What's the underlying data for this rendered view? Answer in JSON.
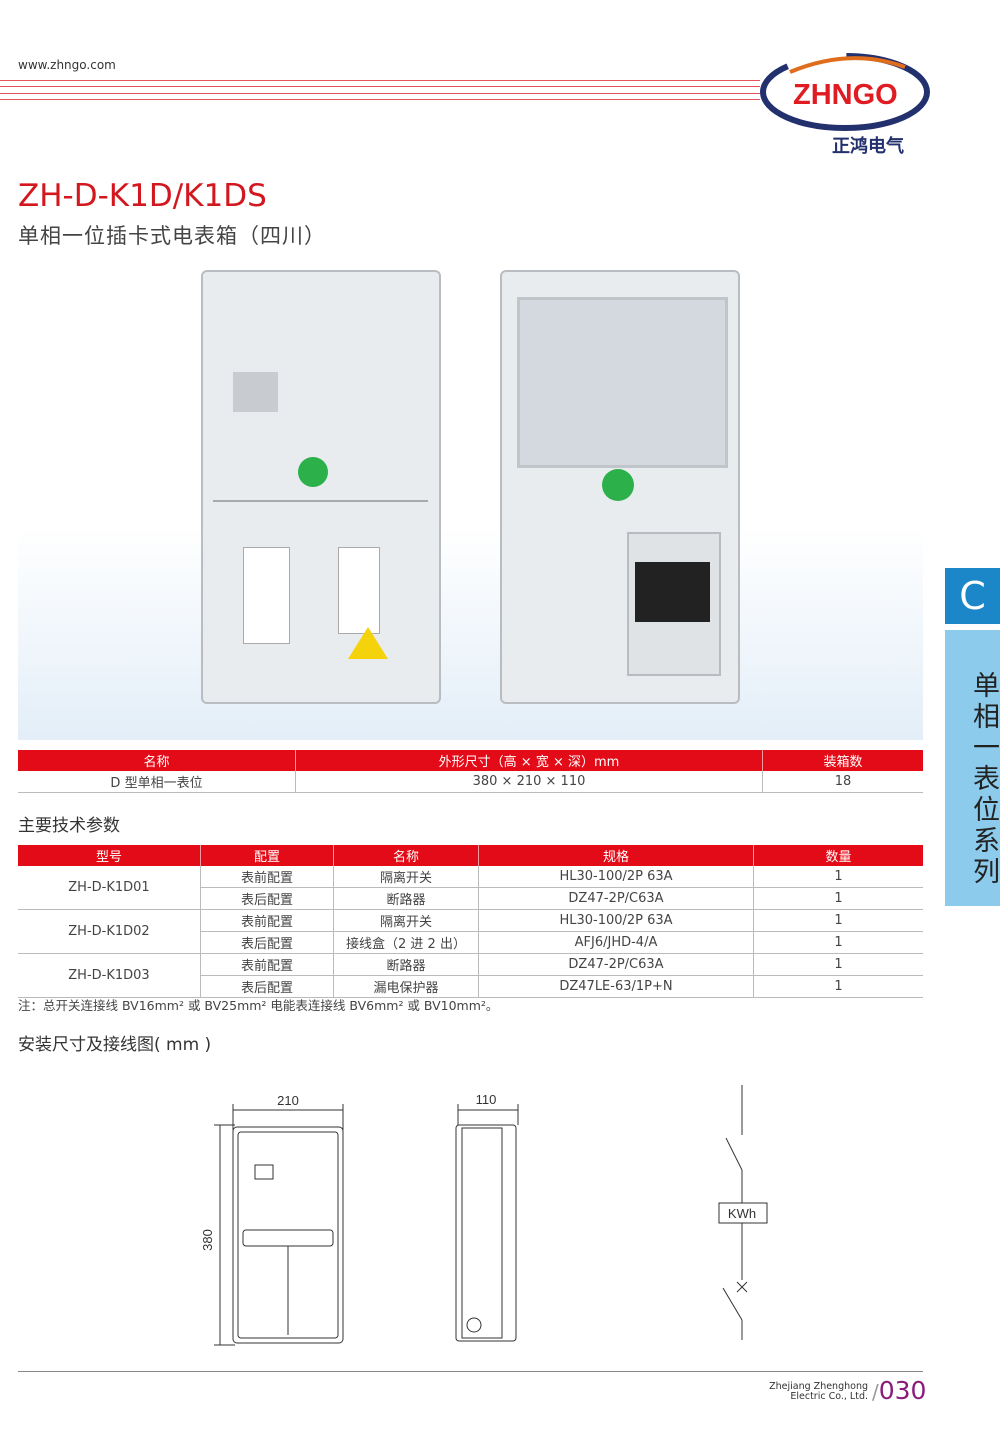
{
  "header": {
    "url": "www.zhngo.com",
    "logo_text": "ZHNGO",
    "logo_cn": "正鸿电气"
  },
  "product": {
    "model": "ZH-D-K1D/K1DS",
    "subtitle": "单相一位插卡式电表箱（四川）"
  },
  "spec_table": {
    "headers": [
      "名称",
      "外形尺寸（高 × 宽 × 深）mm",
      "装箱数"
    ],
    "row": [
      "D 型单相一表位",
      "380 × 210 × 110",
      "18"
    ]
  },
  "tech": {
    "title": "主要技术参数",
    "headers": [
      "型号",
      "配置",
      "名称",
      "规格",
      "数量"
    ],
    "groups": [
      {
        "model": "ZH-D-K1D01",
        "rows": [
          [
            "表前配置",
            "隔离开关",
            "HL30-100/2P 63A",
            "1"
          ],
          [
            "表后配置",
            "断路器",
            "DZ47-2P/C63A",
            "1"
          ]
        ]
      },
      {
        "model": "ZH-D-K1D02",
        "rows": [
          [
            "表前配置",
            "隔离开关",
            "HL30-100/2P 63A",
            "1"
          ],
          [
            "表后配置",
            "接线盒（2 进 2 出）",
            "AFJ6/JHD-4/A",
            "1"
          ]
        ]
      },
      {
        "model": "ZH-D-K1D03",
        "rows": [
          [
            "表前配置",
            "断路器",
            "DZ47-2P/C63A",
            "1"
          ],
          [
            "表后配置",
            "漏电保护器",
            "DZ47LE-63/1P+N",
            "1"
          ]
        ]
      }
    ]
  },
  "note": "注：总开关连接线 BV16mm² 或 BV25mm² 电能表连接线 BV6mm² 或 BV10mm²。",
  "install": {
    "title": "安装尺寸及接线图( mm )",
    "width": "210",
    "height": "380",
    "depth": "110",
    "meter": "KWh"
  },
  "side": {
    "letter": "C",
    "label": "单相一表位系列"
  },
  "footer": {
    "company1": "Zhejiang Zhenghong",
    "company2": "Electric Co., Ltd.",
    "page": "030"
  }
}
